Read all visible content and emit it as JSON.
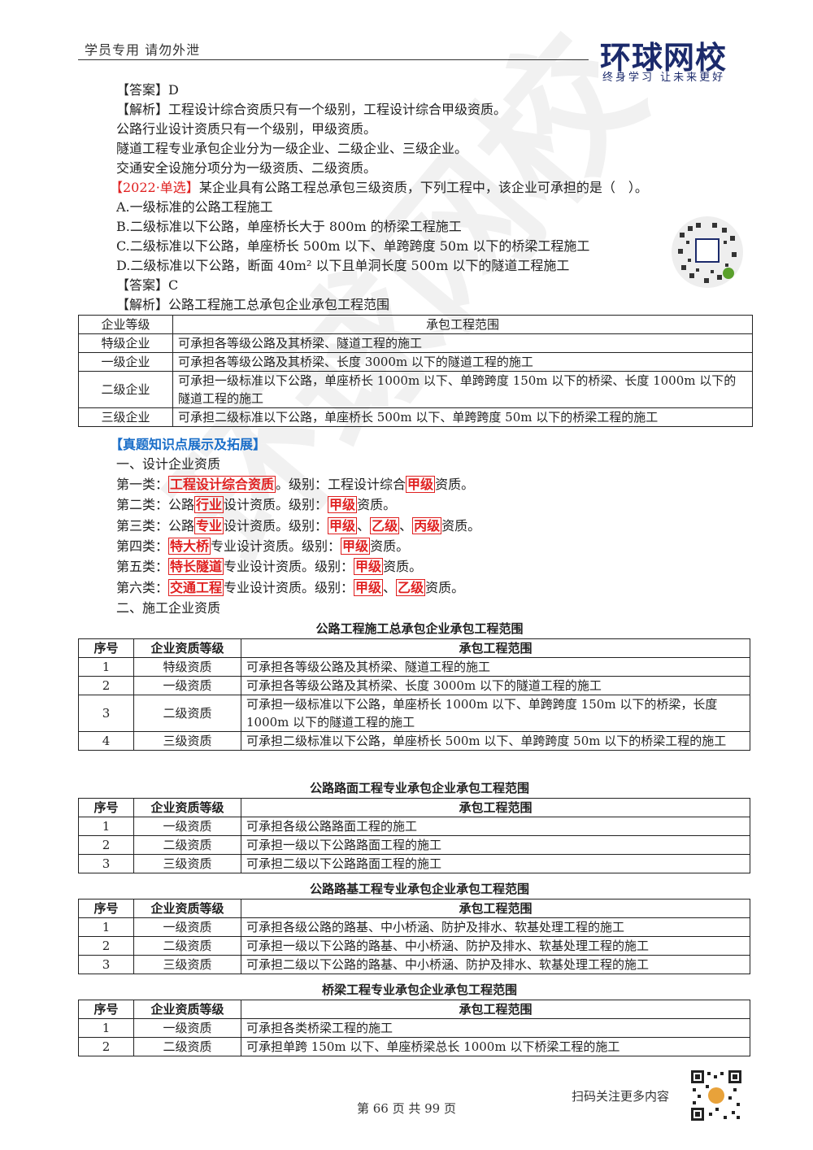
{
  "header": {
    "left": "学员专用 请勿外泄",
    "logo": "环球网校",
    "slogan": "终身学习 让未来更好"
  },
  "watermark": "环球网校",
  "q1": {
    "answer_label": "【答案】",
    "answer": "D",
    "analysis_label": "【解析】",
    "analysis": "工程设计综合资质只有一个级别，工程设计综合甲级资质。",
    "lines": [
      "公路行业设计资质只有一个级别，甲级资质。",
      "隧道工程专业承包企业分为一级企业、二级企业、三级企业。",
      "交通安全设施分项分为一级资质、二级资质。"
    ]
  },
  "q2": {
    "tag": "【2022·单选】",
    "stem": "某企业具有公路工程总承包三级资质，下列工程中，该企业可承担的是（　）。",
    "options": [
      "A.一级标准的公路工程施工",
      "B.二级标准以下公路，单座桥长大于 800m 的桥梁工程施工",
      "C.二级标准以下公路，单座桥长 500m 以下、单跨跨度 50m 以下的桥梁工程施工",
      "D.二级标准以下公路，断面 40m² 以下且单洞长度 500m 以下的隧道工程施工"
    ],
    "answer_label": "【答案】",
    "answer": "C",
    "analysis_label": "【解析】",
    "analysis": "公路工程施工总承包企业承包工程范围"
  },
  "table1": {
    "headers": [
      "企业等级",
      "承包工程范围"
    ],
    "rows": [
      [
        "特级企业",
        "可承担各等级公路及其桥梁、隧道工程的施工"
      ],
      [
        "一级企业",
        "可承担各等级公路及其桥梁、长度 3000m 以下的隧道工程的施工"
      ],
      [
        "二级企业",
        "可承担一级标准以下公路，单座桥长 1000m 以下、单跨跨度 150m 以下的桥梁、长度 1000m 以下的隧道工程的施工"
      ],
      [
        "三级企业",
        "可承担二级标准以下公路，单座桥长 500m 以下、单跨跨度 50m 以下的桥梁工程的施工"
      ]
    ]
  },
  "knowledge": {
    "title": "【真题知识点展示及拓展】",
    "sec1": "一、设计企业资质",
    "items": [
      {
        "prefix": "第一类：",
        "hl1": "工程设计综合资质",
        "mid": "。级别：工程设计综合",
        "grades": [
          "甲级"
        ],
        "suffix": "资质。"
      },
      {
        "prefix": "第二类：公路",
        "hl1": "行业",
        "mid": "设计资质。级别：",
        "grades": [
          "甲级"
        ],
        "suffix": "资质。"
      },
      {
        "prefix": "第三类：公路",
        "hl1": "专业",
        "mid": "设计资质。级别：",
        "grades": [
          "甲级",
          "乙级",
          "丙级"
        ],
        "suffix": "资质。"
      },
      {
        "prefix": "第四类：",
        "hl1": "特大桥",
        "mid": "专业设计资质。级别：",
        "grades": [
          "甲级"
        ],
        "suffix": "资质。"
      },
      {
        "prefix": "第五类：",
        "hl1": "特长隧道",
        "mid": "专业设计资质。级别：",
        "grades": [
          "甲级"
        ],
        "suffix": "资质。"
      },
      {
        "prefix": "第六类：",
        "hl1": "交通工程",
        "mid": "专业设计资质。级别：",
        "grades": [
          "甲级",
          "乙级"
        ],
        "suffix": "资质。"
      }
    ],
    "sep": "、",
    "sec2": "二、施工企业资质"
  },
  "tables": [
    {
      "title": "公路工程施工总承包企业承包工程范围",
      "headers": [
        "序号",
        "企业资质等级",
        "承包工程范围"
      ],
      "rows": [
        [
          "1",
          "特级资质",
          "可承担各等级公路及其桥梁、隧道工程的施工"
        ],
        [
          "2",
          "一级资质",
          "可承担各等级公路及其桥梁、长度 3000m 以下的隧道工程的施工"
        ],
        [
          "3",
          "二级资质",
          "可承担一级标准以下公路，单座桥长 1000m 以下、单跨跨度 150m 以下的桥梁，长度 1000m 以下的隧道工程的施工"
        ],
        [
          "4",
          "三级资质",
          "可承担二级标准以下公路，单座桥长 500m 以下、单跨跨度 50m 以下的桥梁工程的施工"
        ]
      ]
    },
    {
      "title": "公路路面工程专业承包企业承包工程范围",
      "headers": [
        "序号",
        "企业资质等级",
        "承包工程范围"
      ],
      "rows": [
        [
          "1",
          "一级资质",
          "可承担各级公路路面工程的施工"
        ],
        [
          "2",
          "二级资质",
          "可承担一级以下公路路面工程的施工"
        ],
        [
          "3",
          "三级资质",
          "可承担二级以下公路路面工程的施工"
        ]
      ]
    },
    {
      "title": "公路路基工程专业承包企业承包工程范围",
      "headers": [
        "序号",
        "企业资质等级",
        "承包工程范围"
      ],
      "rows": [
        [
          "1",
          "一级资质",
          "可承担各级公路的路基、中小桥涵、防护及排水、软基处理工程的施工"
        ],
        [
          "2",
          "二级资质",
          "可承担一级以下公路的路基、中小桥涵、防护及排水、软基处理工程的施工"
        ],
        [
          "3",
          "三级资质",
          "可承担二级以下公路的路基、中小桥涵、防护及排水、软基处理工程的施工"
        ]
      ]
    },
    {
      "title": "桥梁工程专业承包企业承包工程范围",
      "headers": [
        "序号",
        "企业资质等级",
        "承包工程范围"
      ],
      "rows": [
        [
          "1",
          "一级资质",
          "可承担各类桥梁工程的施工"
        ],
        [
          "2",
          "二级资质",
          "可承担单跨 150m 以下、单座桥梁总长 1000m 以下桥梁工程的施工"
        ]
      ]
    }
  ],
  "footer": {
    "scan_text": "扫码关注更多内容",
    "page": "第 66 页 共 99 页"
  }
}
